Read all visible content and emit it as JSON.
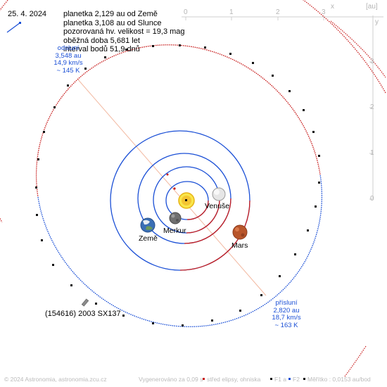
{
  "date": "25. 4. 2024",
  "info_lines": [
    "planetka 2,129 au od Země",
    "planetka 3,108 au od Slunce",
    "pozorovaná hv. velikost = 19,3 mag",
    "oběžná doba 5,681 let",
    "interval bodů 51,9 dnů"
  ],
  "aphelion": {
    "label": "odsluní",
    "dist": "3,548 au",
    "speed": "14,9 km/s",
    "temp": "~ 145 K"
  },
  "perihelion": {
    "label": "přísluní",
    "dist": "2,820 au",
    "speed": "18,7 km/s",
    "temp": "~ 163 K"
  },
  "asteroid_name": "(154616) 2003 SX137",
  "planets": {
    "venus": "Venuše",
    "mercury": "Merkur",
    "earth": "Země",
    "mars": "Mars"
  },
  "axes": {
    "unit": "[au]",
    "x_letter": "x",
    "y_letter": "y",
    "top_ticks": [
      "0",
      "1",
      "2",
      "3"
    ],
    "right_ticks": [
      "3",
      "2",
      "1",
      "0"
    ]
  },
  "footer": {
    "copyright": "© 2024 Astronomia, astronomia.zcu.cz",
    "generated": "Vygenerováno za 0,09 s",
    "legend_center": "střed elipsy, ohniska",
    "legend_f1": "F1 a",
    "legend_f2": "F2",
    "scale": "Měřítko : 0,0153 au/bod"
  },
  "colors": {
    "orbit_red": "#c81e1e",
    "orbit_blue": "#1a4fd6",
    "axis_gray": "#b5b5b5",
    "apsis_line": "#f2b8a0"
  }
}
